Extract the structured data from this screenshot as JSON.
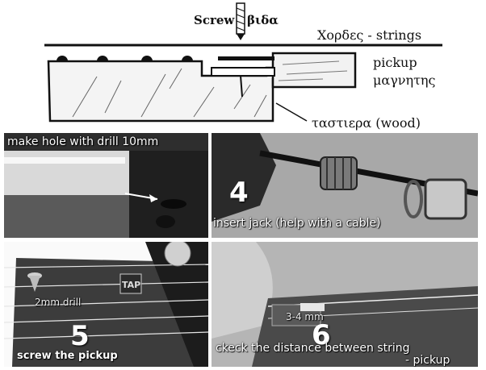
{
  "diagram": {
    "screw_label": "Screw",
    "screw_greek": "βιδα",
    "strings_label": "Χορδες - strings",
    "pickup_label": "pickup",
    "magnet_label": "μαγνητης",
    "wood_label": "ταστιερα (wood)"
  },
  "steps": [
    {
      "caption": "make hole with drill 10mm"
    },
    {
      "number": "4",
      "caption": "insert jack (help with a cable)"
    },
    {
      "number": "5",
      "caption": "screw the pickup",
      "note": "2mm drill"
    },
    {
      "number": "6",
      "caption_line1": "ckeck the distance between string",
      "caption_line2": "- pickup",
      "note": "3-4 mm"
    }
  ]
}
